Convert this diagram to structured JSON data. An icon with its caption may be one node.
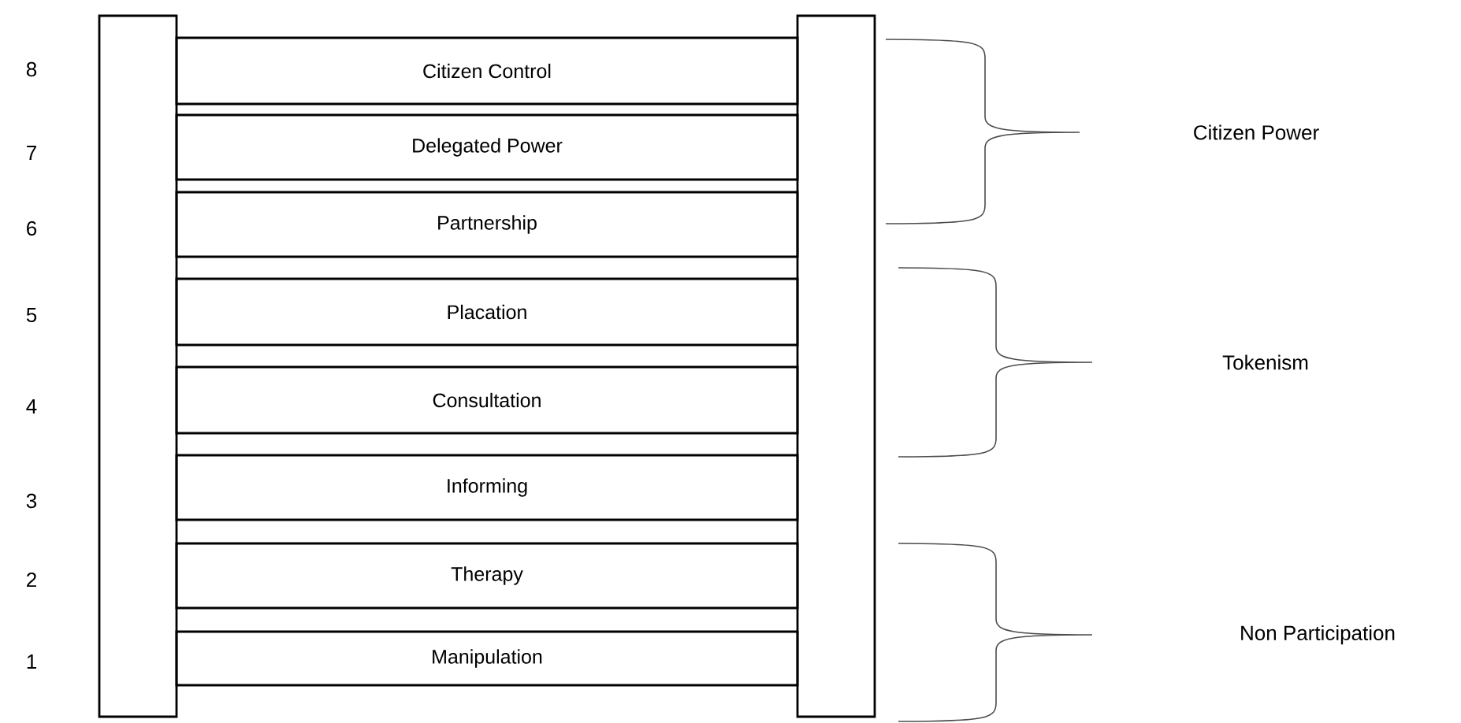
{
  "diagram": {
    "nodes": [
      {
        "text": [],
        "shape": "bar"
      },
      {
        "text": [
          "Citizen Control"
        ]
      },
      {
        "text": [
          "Delegated Power"
        ]
      },
      {
        "text": [
          "Partnership"
        ]
      },
      {
        "text": [
          "Placation"
        ]
      },
      {
        "text": [
          "Consultation"
        ]
      },
      {
        "text": [
          "Informing"
        ]
      },
      {
        "text": [
          "Therapy"
        ]
      },
      {
        "text": [
          "Manipulation"
        ]
      },
      {
        "text": [],
        "shape": "bar"
      }
    ],
    "labels": [
      "8",
      "7",
      "Citizen Power",
      "6",
      "5",
      "Tokenism",
      "4",
      "3",
      "2",
      "Non Participation",
      "1"
    ]
  }
}
